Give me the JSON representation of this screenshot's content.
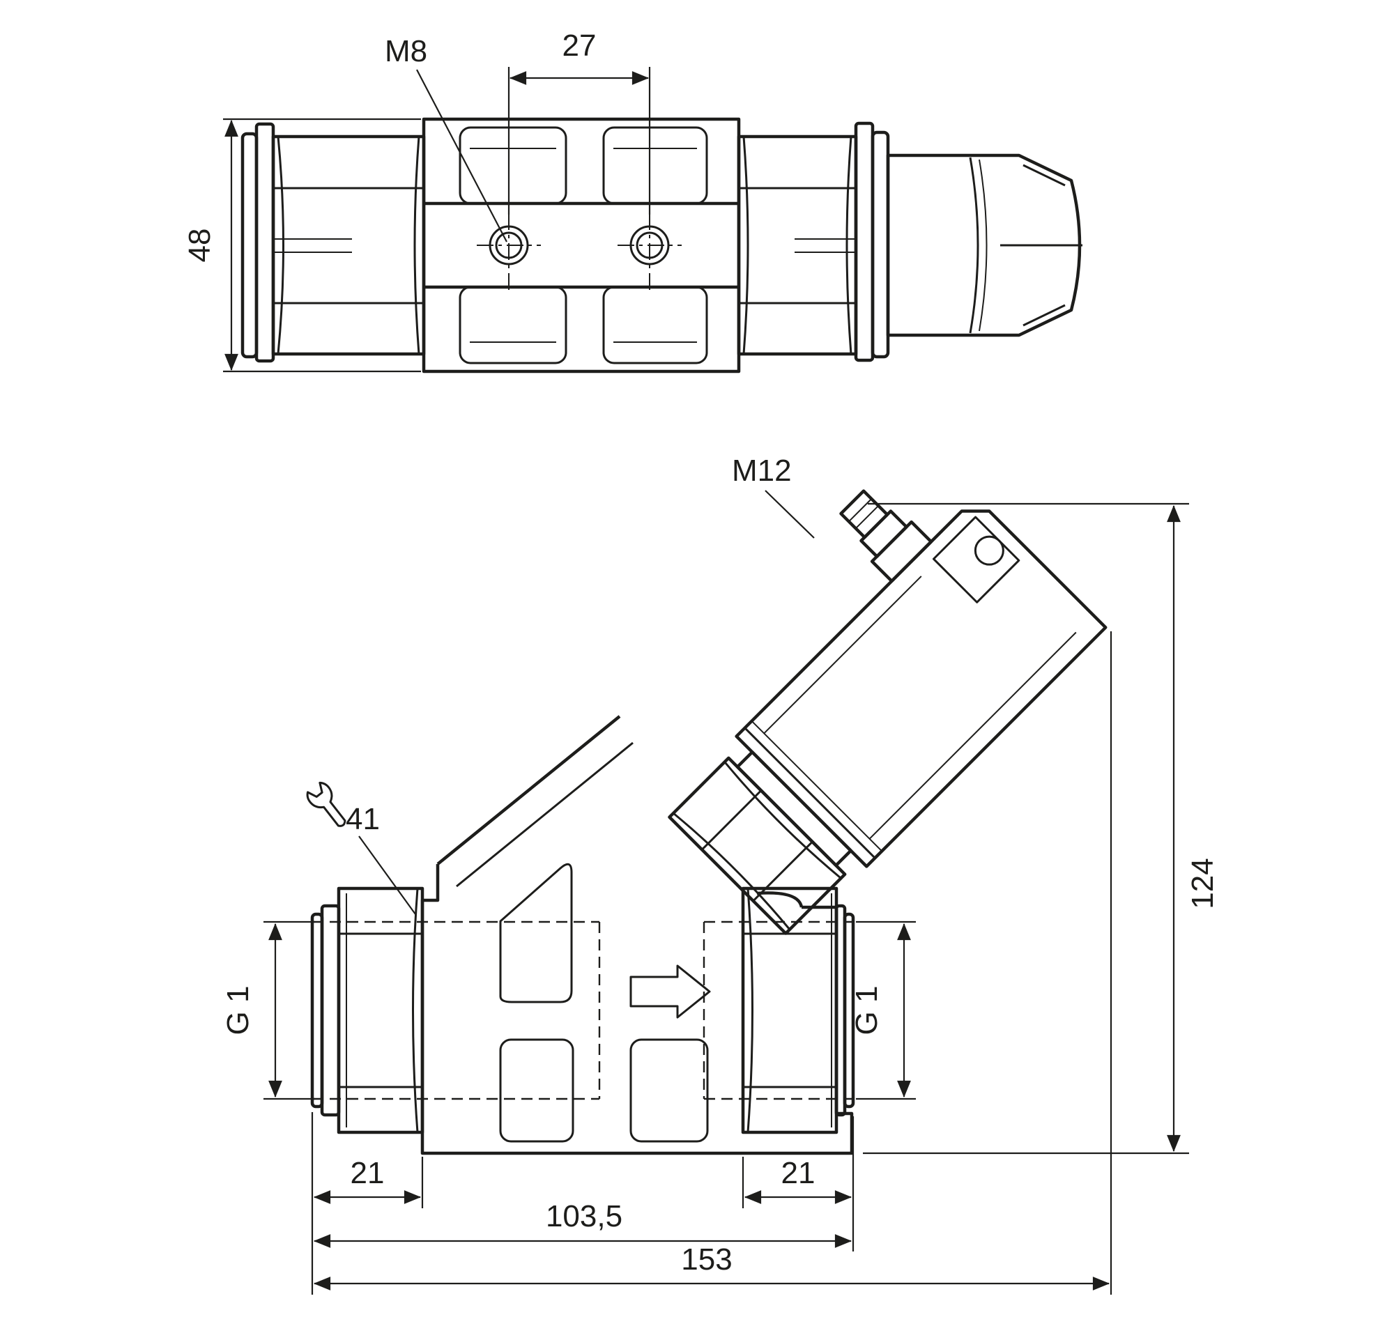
{
  "page": {
    "background": "#ffffff",
    "line_color": "#1d1d1b",
    "type": "technical-dimension-drawing"
  },
  "top_view": {
    "label_m8": "M8",
    "dim_hole_spacing": "27",
    "dim_height": "48"
  },
  "bottom_view": {
    "label_m12": "M12",
    "dim_total_height": "124",
    "dim_total_length": "153",
    "dim_face_to_port": "103,5",
    "dim_thread_depth_left": "21",
    "dim_thread_depth_right": "21",
    "thread_left": "G 1",
    "thread_right": "G 1",
    "wrench_size": "41"
  }
}
